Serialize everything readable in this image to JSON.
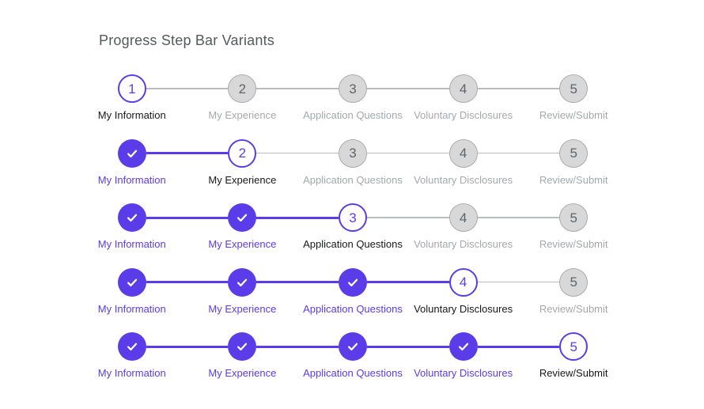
{
  "page": {
    "title": "Progress Step Bar Variants",
    "background": "#ffffff"
  },
  "colors": {
    "accent_purple": "#5b3ce9",
    "pending_circle_fill": "#d8d8d8",
    "pending_circle_border": "#ababab",
    "pending_number": "#5f6368",
    "pending_label": "#a5a7aa",
    "active_label": "#17181a",
    "connector_gray": "#babdbf",
    "check_color": "#ffffff",
    "title_color": "#55585c"
  },
  "step_names": [
    "My Information",
    "My Experience",
    "Application Questions",
    "Voluntary Disclosures",
    "Review/Submit"
  ],
  "variants": [
    {
      "current_step": 1,
      "steps": [
        {
          "label": "My Information",
          "state": "active",
          "indicator": "1"
        },
        {
          "label": "My Experience",
          "state": "upcoming",
          "indicator": "2"
        },
        {
          "label": "Application Questions",
          "state": "upcoming",
          "indicator": "3"
        },
        {
          "label": "Voluntary Disclosures",
          "state": "upcoming",
          "indicator": "4"
        },
        {
          "label": "Review/Submit",
          "state": "upcoming",
          "indicator": "5"
        }
      ]
    },
    {
      "current_step": 2,
      "steps": [
        {
          "label": "My Information",
          "state": "completed",
          "indicator": "check-icon"
        },
        {
          "label": "My Experience",
          "state": "active",
          "indicator": "2"
        },
        {
          "label": "Application Questions",
          "state": "upcoming",
          "indicator": "3"
        },
        {
          "label": "Voluntary Disclosures",
          "state": "upcoming",
          "indicator": "4"
        },
        {
          "label": "Review/Submit",
          "state": "upcoming",
          "indicator": "5"
        }
      ]
    },
    {
      "current_step": 3,
      "steps": [
        {
          "label": "My Information",
          "state": "completed",
          "indicator": "check-icon"
        },
        {
          "label": "My Experience",
          "state": "completed",
          "indicator": "check-icon"
        },
        {
          "label": "Application Questions",
          "state": "active",
          "indicator": "3"
        },
        {
          "label": "Voluntary Disclosures",
          "state": "upcoming",
          "indicator": "4"
        },
        {
          "label": "Review/Submit",
          "state": "upcoming",
          "indicator": "5"
        }
      ]
    },
    {
      "current_step": 4,
      "steps": [
        {
          "label": "My Information",
          "state": "completed",
          "indicator": "check-icon"
        },
        {
          "label": "My Experience",
          "state": "completed",
          "indicator": "check-icon"
        },
        {
          "label": "Application Questions",
          "state": "completed",
          "indicator": "check-icon"
        },
        {
          "label": "Voluntary Disclosures",
          "state": "active",
          "indicator": "4"
        },
        {
          "label": "Review/Submit",
          "state": "upcoming",
          "indicator": "5"
        }
      ]
    },
    {
      "current_step": 5,
      "steps": [
        {
          "label": "My Information",
          "state": "completed",
          "indicator": "check-icon"
        },
        {
          "label": "My Experience",
          "state": "completed",
          "indicator": "check-icon"
        },
        {
          "label": "Application Questions",
          "state": "completed",
          "indicator": "check-icon"
        },
        {
          "label": "Voluntary Disclosures",
          "state": "completed",
          "indicator": "check-icon"
        },
        {
          "label": "Review/Submit",
          "state": "active",
          "indicator": "5"
        }
      ]
    }
  ]
}
